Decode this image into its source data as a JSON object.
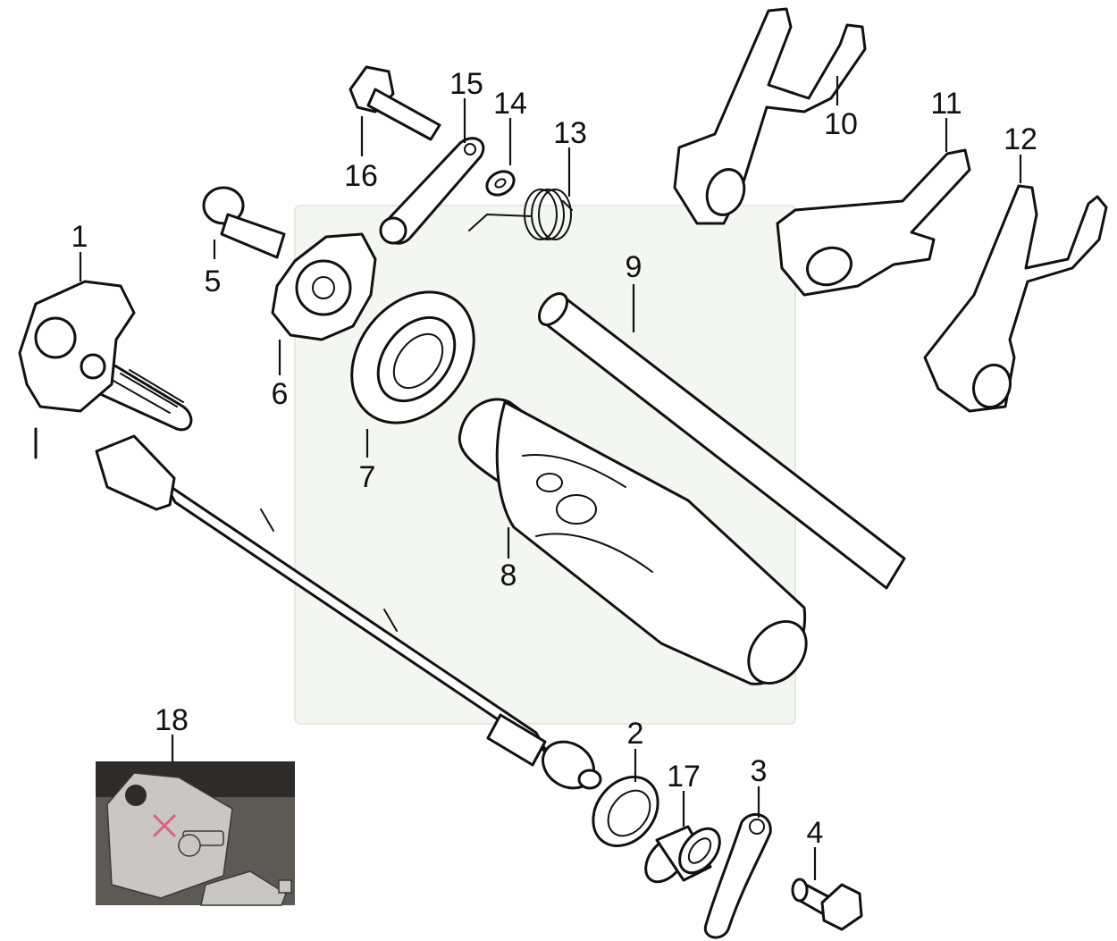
{
  "diagram": {
    "colors": {
      "line": "#111111",
      "background": "#ffffff",
      "mark": "#e0607a"
    },
    "callouts": {
      "c1": "1",
      "c2": "2",
      "c3": "3",
      "c4": "4",
      "c5": "5",
      "c6": "6",
      "c7": "7",
      "c8": "8",
      "c9": "9",
      "c10": "10",
      "c11": "11",
      "c12": "12",
      "c13": "13",
      "c14": "14",
      "c15": "15",
      "c16": "16",
      "c17": "17",
      "c18": "18"
    }
  }
}
